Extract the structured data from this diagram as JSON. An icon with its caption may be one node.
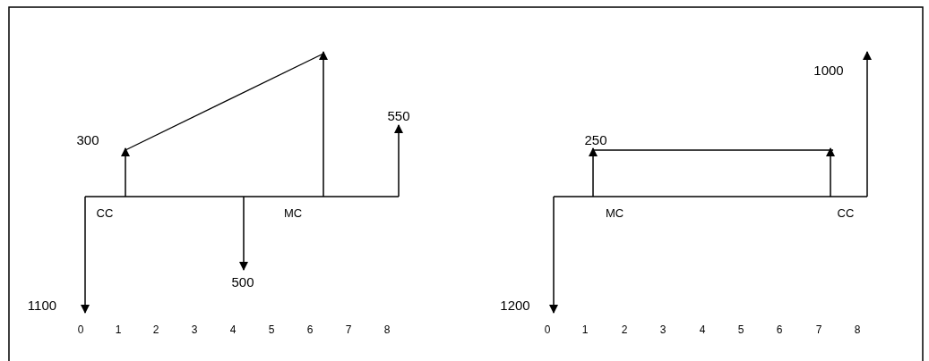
{
  "diagram": {
    "labels": [
      "300",
      "550",
      "CC",
      "MC",
      "500",
      "1100",
      "0",
      "1",
      "2",
      "3",
      "4",
      "5",
      "6",
      "7",
      "8",
      "1000",
      "250",
      "MC",
      "CC",
      "1200",
      "0",
      "1",
      "2",
      "3",
      "4",
      "5",
      "6",
      "7",
      "8"
    ]
  }
}
